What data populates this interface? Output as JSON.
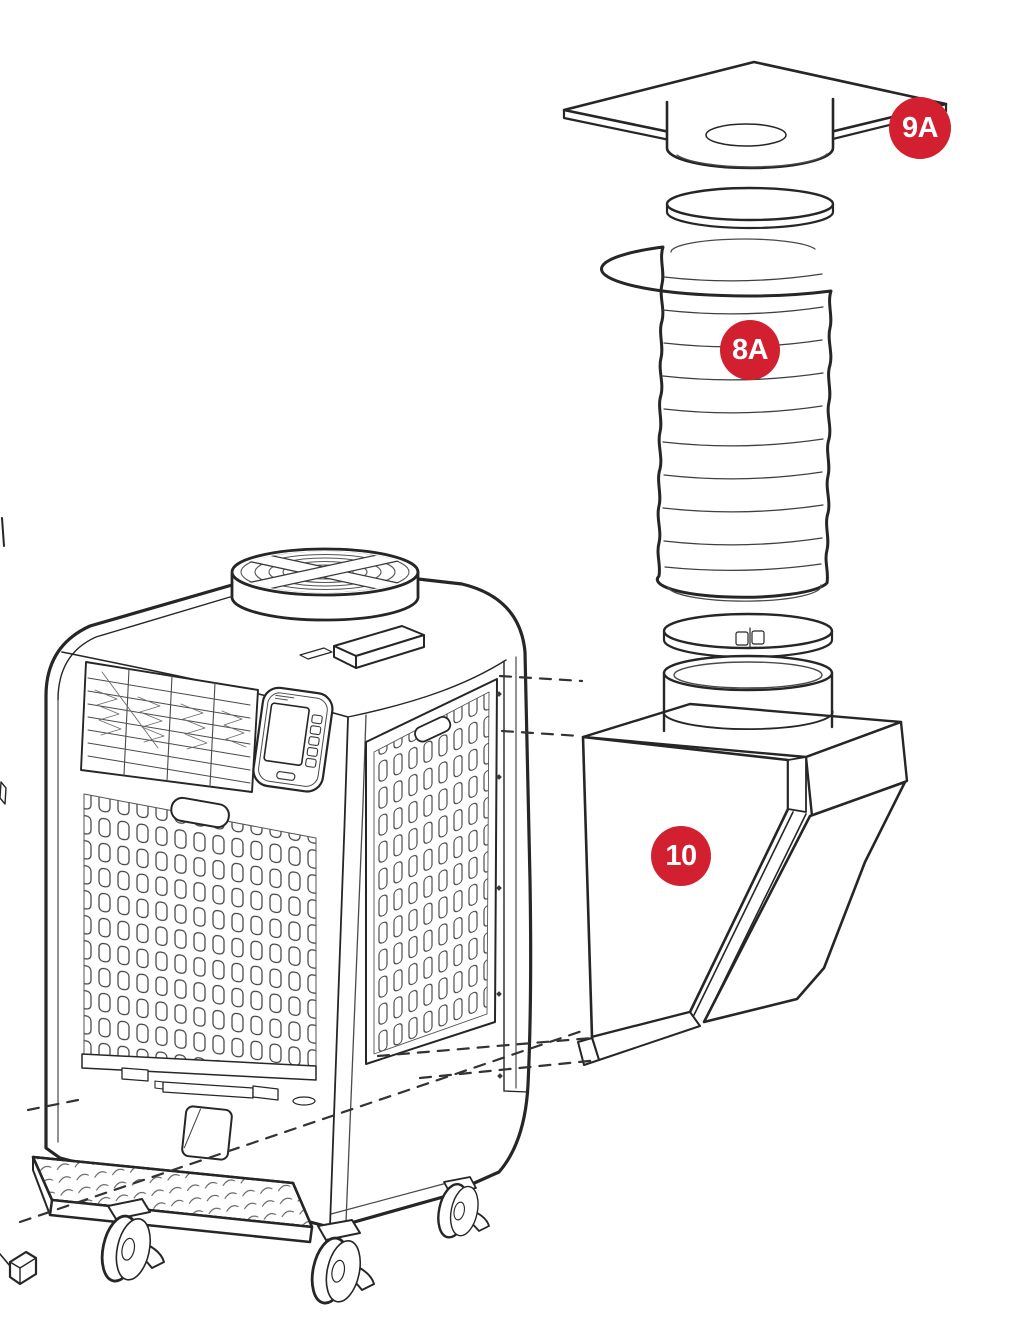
{
  "diagram": {
    "type": "exploded-parts-illustration",
    "subject": "portable air conditioner unit with ceiling exhaust duct kit",
    "background": "#ffffff",
    "line_color": "#262626",
    "badge": {
      "fill": "#d22030",
      "text_color": "#ffffff"
    },
    "callouts": [
      {
        "label": "9A",
        "part": "ceiling-flange-plate"
      },
      {
        "label": "8A",
        "part": "flexible-exhaust-duct"
      },
      {
        "label": "10",
        "part": "plenum-adapter-box"
      }
    ],
    "parts": [
      "ceiling-flange-plate",
      "duct-ring-upper",
      "flexible-exhaust-duct",
      "duct-ring-lower",
      "plenum-adapter-box",
      "portable-ac-unit",
      "top-fan-grille",
      "control-panel",
      "front-louver-vent",
      "front-perforated-panel",
      "side-perforated-panel",
      "base-ramp",
      "caster-wheels",
      "power-plug"
    ]
  }
}
